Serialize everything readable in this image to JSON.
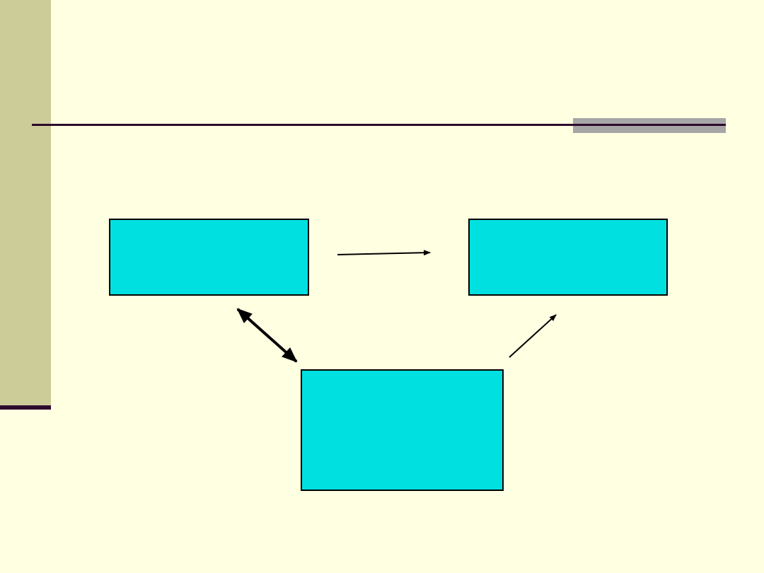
{
  "slide": {
    "title": "",
    "background_color": "#FFFFE1",
    "accent_band_color": "#CCCC99",
    "rule_color": "#2E0A2E",
    "title_accent_color": "#A6A6A6"
  },
  "diagram": {
    "node_fill_color": "#00E0E0",
    "node_border_color": "#000000",
    "nodes": [
      {
        "id": "top-left",
        "label": ""
      },
      {
        "id": "top-right",
        "label": ""
      },
      {
        "id": "bottom",
        "label": ""
      }
    ],
    "edges": [
      {
        "from": "top-left",
        "to": "top-right",
        "direction": "one-way"
      },
      {
        "from": "top-left",
        "to": "bottom",
        "direction": "two-way"
      },
      {
        "from": "bottom",
        "to": "top-right",
        "direction": "one-way"
      }
    ]
  }
}
